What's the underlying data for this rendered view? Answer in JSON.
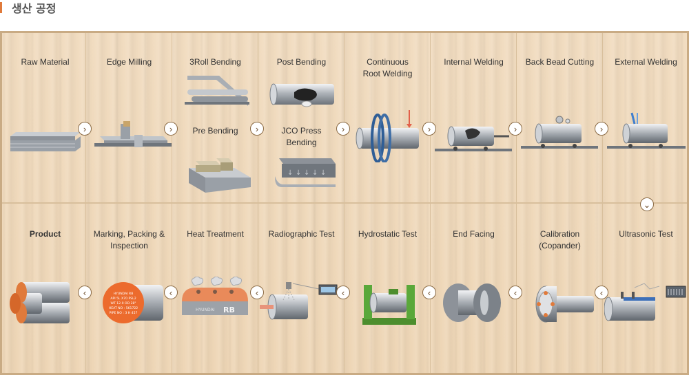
{
  "title": "생산 공정",
  "row1": {
    "raw_material": "Raw Material",
    "edge_milling": "Edge Milling",
    "roll_bending": "3Roll Bending",
    "pre_bending": "Pre Bending",
    "post_bending": "Post Bending",
    "jco_line1": "JCO Press",
    "jco_line2": "Bending",
    "crw_line1": "Continuous",
    "crw_line2": "Root Welding",
    "internal_welding": "Internal Welding",
    "back_bead_cutting": "Back Bead Cutting",
    "external_welding": "External Welding"
  },
  "row2": {
    "product": "Product",
    "mpi_line1": "Marking, Packing &",
    "mpi_line2": "Inspection",
    "heat_treatment": "Heat Treatment",
    "radiographic_test": "Radiographic Test",
    "hydrostatic_test": "Hydrostatic Test",
    "end_facing": "End Facing",
    "calibration_line1": "Calibration",
    "calibration_line2": "(Copander)",
    "ultrasonic_test": "Ultrasonic Test"
  },
  "marking": {
    "line1": "HYUNDAI RB",
    "line2": "API 5L X70 PSL2",
    "line3": "WT 12.0 OD 28\"",
    "line4": "HEAT NO : 561722",
    "line5": "PIPE NO : 3 H 457"
  },
  "furnace_brand": "HYUNDAI",
  "furnace_logo": "RB",
  "icons": {
    "next": "chevron-right-icon",
    "prev": "chevron-left-icon",
    "down": "chevron-down-icon"
  },
  "colors": {
    "accent": "#e07a3b",
    "wood": "#eed6b6",
    "border": "#c9ab84",
    "copper": "#e07a3b",
    "green": "#5aa83a"
  }
}
